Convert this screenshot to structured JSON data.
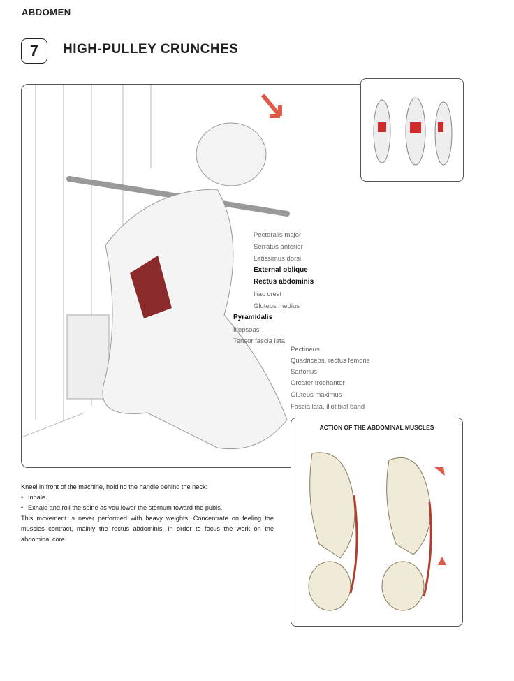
{
  "header": {
    "section": "ABDOMEN",
    "number": "7",
    "title": "HIGH-PULLEY CRUNCHES"
  },
  "labels": [
    "Pectoralis major",
    "Serratus anterior",
    "Latissimus dorsi",
    "External oblique",
    "Rectus abdominis",
    "Iliac crest",
    "Gluteus medius",
    "Pyramidalis",
    "Iliopsoas",
    "Tensor fascia lata",
    "Pectineus",
    "Quadriceps, rectus femoris",
    "Sartorius",
    "Greater trochanter",
    "Gluteus maximus",
    "Fascia lata, iliotibial band"
  ],
  "inset": {
    "title": "ACTION OF THE ABDOMINAL MUSCLES"
  },
  "body": {
    "intro": "Kneel in front of the machine, holding the handle behind the neck:",
    "steps": [
      "Inhale.",
      "Exhale and roll the spine as you lower the sternum toward the pubis."
    ],
    "note": "This movement is never performed with heavy weights. Concentrate on feeling the muscles contract, mainly the rectus abdominis, in order to focus the work on the abdominal core."
  },
  "colors": {
    "muscle": "#8b2a2a",
    "arrow": "#e05a4a"
  }
}
